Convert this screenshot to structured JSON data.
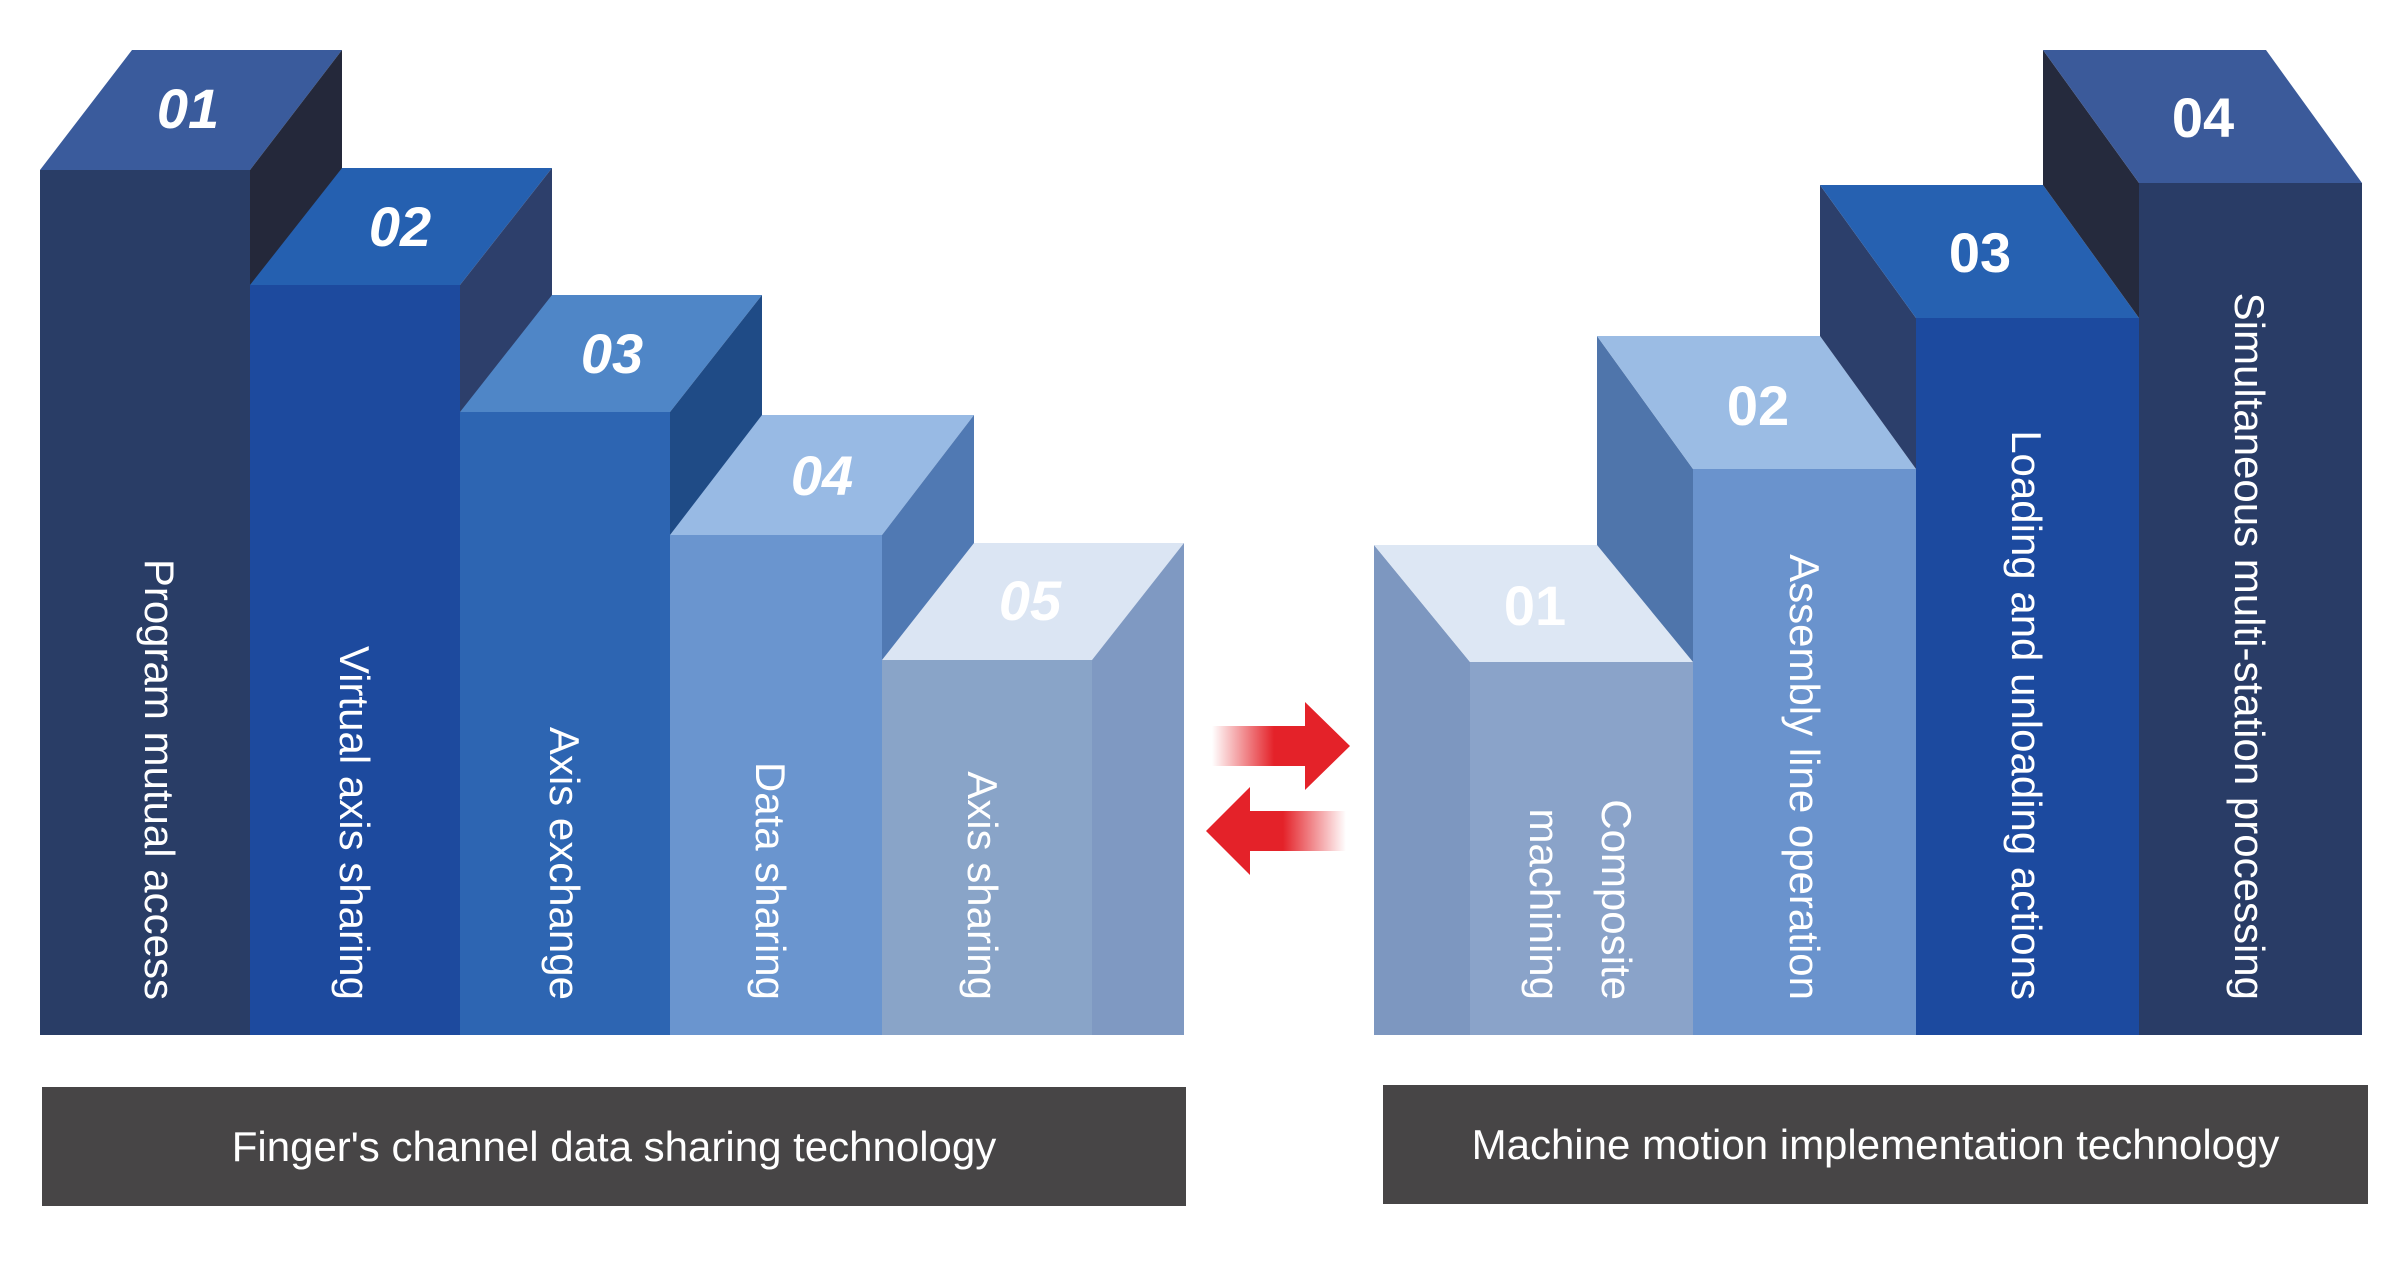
{
  "left_group": {
    "title": "Finger's channel data sharing technology",
    "steps": [
      {
        "number": "01",
        "label": "Program mutual access"
      },
      {
        "number": "02",
        "label": "Virtual axis sharing"
      },
      {
        "number": "03",
        "label": "Axis exchange"
      },
      {
        "number": "04",
        "label": "Data sharing"
      },
      {
        "number": "05",
        "label": "Axis sharing"
      }
    ]
  },
  "right_group": {
    "title": "Machine motion implementation technology",
    "steps": [
      {
        "number": "01",
        "label_lines": [
          "Composite",
          "machining"
        ]
      },
      {
        "number": "02",
        "label": "Assembly line operation"
      },
      {
        "number": "03",
        "label": "Loading and unloading actions"
      },
      {
        "number": "04",
        "label": "Simultaneous multi-station processing"
      }
    ]
  },
  "icons": {
    "exchange": "exchange-arrows-icon"
  },
  "colors": {
    "arrow": "#e42229",
    "footer_bg": "#474546",
    "text": "#ffffff"
  }
}
